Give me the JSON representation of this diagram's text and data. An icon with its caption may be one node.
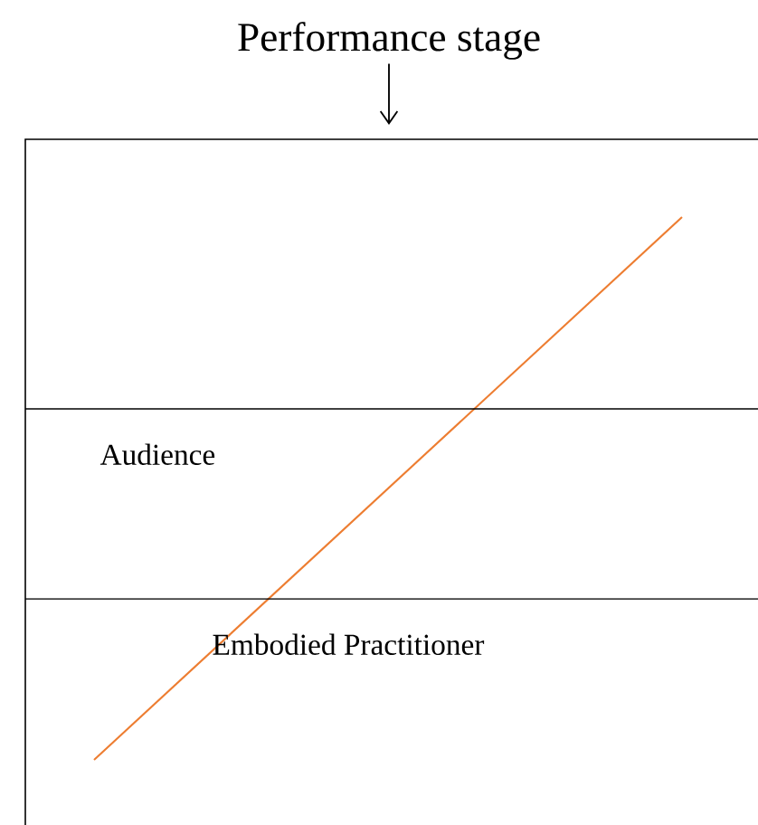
{
  "diagram": {
    "nodes": [
      {
        "text": [
          "Performance stage"
        ]
      },
      {
        "text": [],
        "shape": "box"
      },
      {
        "text": [
          "Audience"
        ],
        "in": 1
      },
      {
        "text": [
          "Embodied Practitioner"
        ],
        "in": 1
      }
    ],
    "edges": [
      {
        "from": 0,
        "to": 1,
        "arrow": "to"
      }
    ]
  }
}
